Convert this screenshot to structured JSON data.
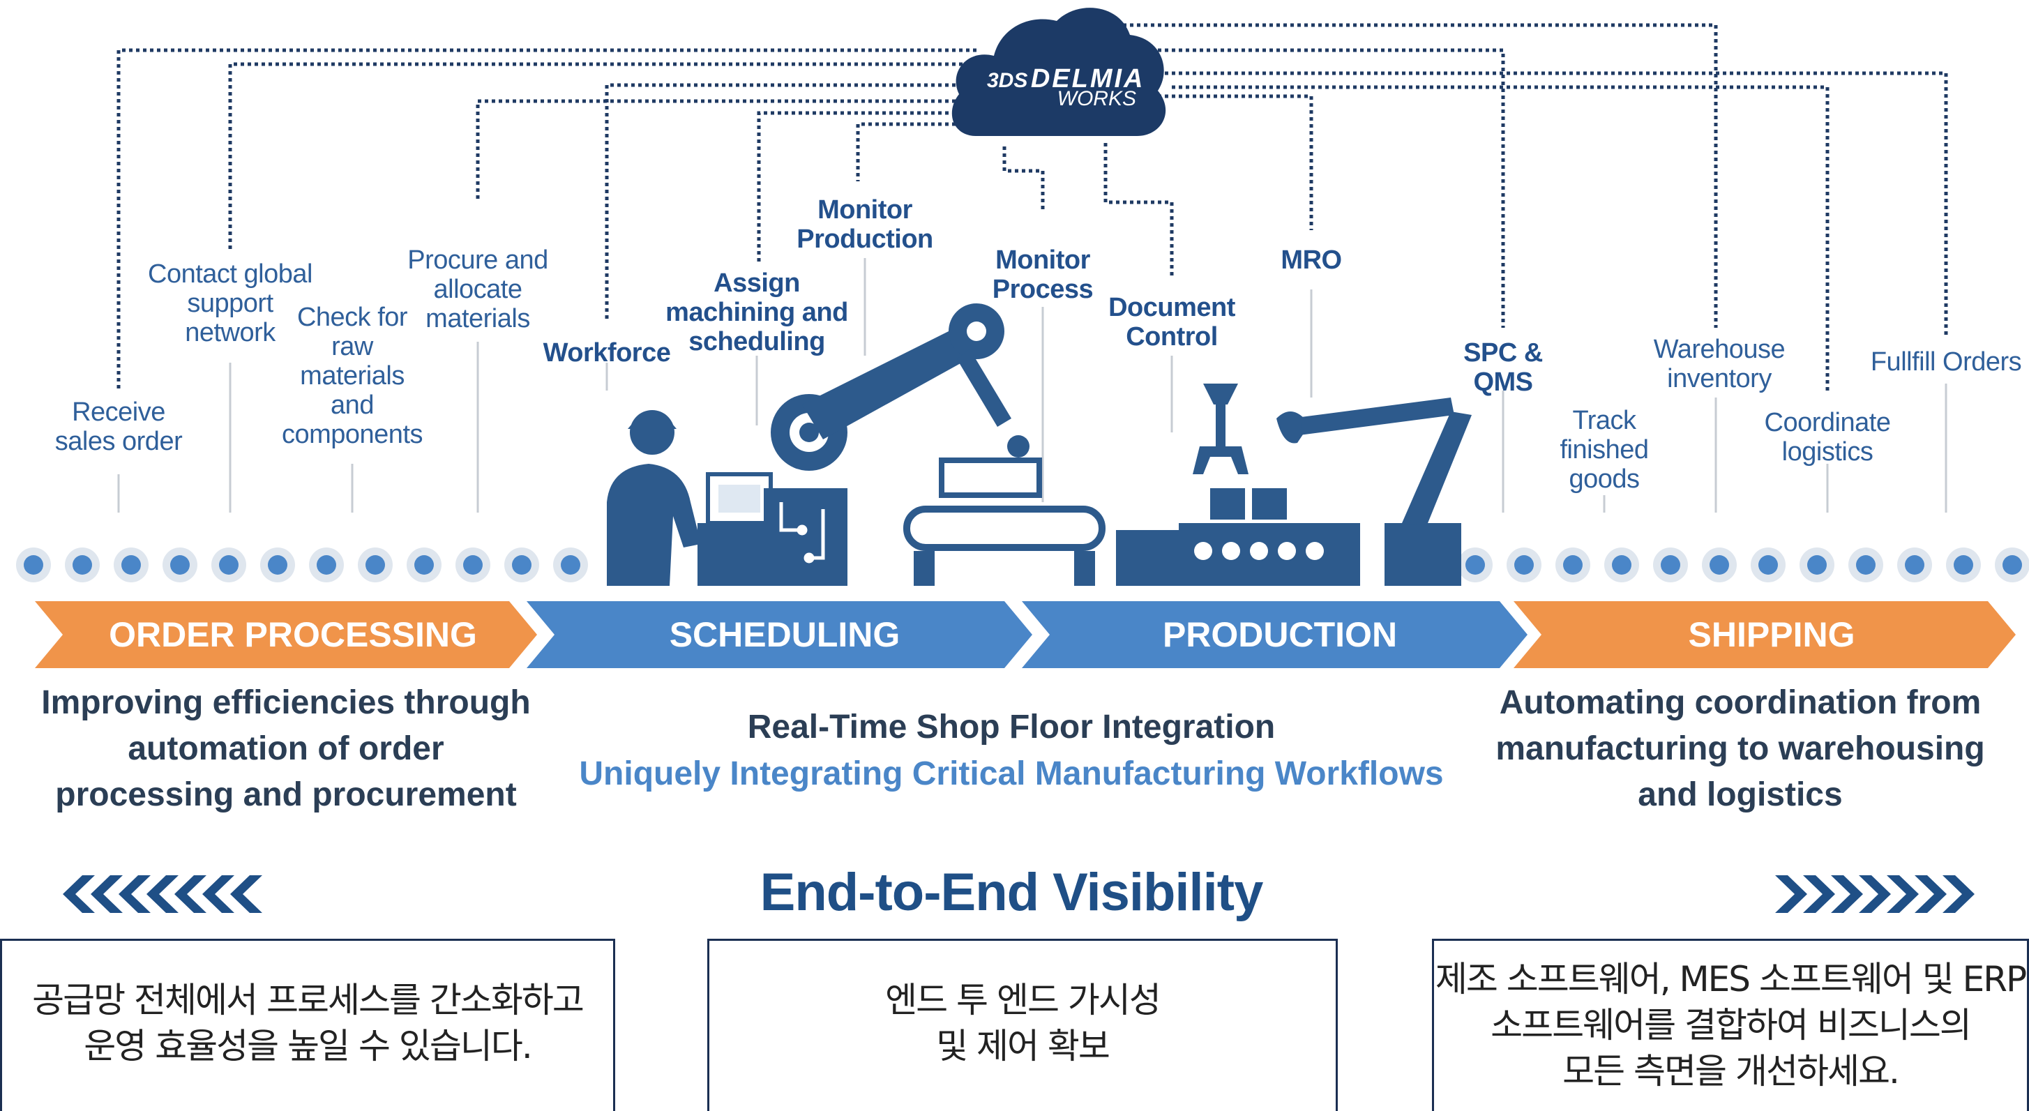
{
  "logo": {
    "brand": "DELMIA",
    "sub": "WORKS",
    "mark": "3DS"
  },
  "steps": [
    {
      "id": "receive",
      "text": "Receive\nsales order"
    },
    {
      "id": "contact",
      "text": "Contact global\nsupport\nnetwork"
    },
    {
      "id": "check",
      "text": "Check for\nraw\nmaterials\nand\ncomponents"
    },
    {
      "id": "procure",
      "text": "Procure and\nallocate\nmaterials"
    },
    {
      "id": "workforce",
      "text": "Workforce"
    },
    {
      "id": "assign",
      "text": "Assign\nmachining and\nscheduling"
    },
    {
      "id": "monitor_production",
      "text": "Monitor\nProduction"
    },
    {
      "id": "monitor_process",
      "text": "Monitor\nProcess"
    },
    {
      "id": "document",
      "text": "Document\nControl"
    },
    {
      "id": "mro",
      "text": "MRO"
    },
    {
      "id": "spc",
      "text": "SPC &\nQMS"
    },
    {
      "id": "track",
      "text": "Track\nfinished\ngoods"
    },
    {
      "id": "warehouse",
      "text": "Warehouse\ninventory"
    },
    {
      "id": "coordinate",
      "text": "Coordinate\nlogistics"
    },
    {
      "id": "fulfill",
      "text": "Fullfill Orders"
    }
  ],
  "stages": [
    {
      "label": "ORDER PROCESSING",
      "color": "#f0944a"
    },
    {
      "label": "SCHEDULING",
      "color": "#4a86c8"
    },
    {
      "label": "PRODUCTION",
      "color": "#4a86c8"
    },
    {
      "label": "SHIPPING",
      "color": "#f0944a"
    }
  ],
  "descriptions": {
    "order": "Improving efficiencies through\nautomation of order\nprocessing and procurement",
    "center_title": "Real-Time Shop Floor Integration",
    "center_sub": "Uniquely Integrating Critical Manufacturing Workflows",
    "shipping": "Automating coordination from\nmanufacturing to warehousing\nand logistics"
  },
  "visibility": {
    "title": "End-to-End Visibility"
  },
  "boxes": [
    {
      "text": "공급망 전체에서 프로세스를 간소화하고\n운영 효율성을 높일 수 있습니다."
    },
    {
      "text": "엔드 투 엔드 가시성\n및 제어 확보"
    },
    {
      "text": "제조 소프트웨어, MES 소프트웨어 및 ERP\n소프트웨어를 결합하여 비즈니스의\n모든 측면을 개선하세요."
    }
  ],
  "colors": {
    "navy": "#1b355e",
    "blue": "#4a86c8",
    "orange": "#f0944a",
    "text_blue": "#2f5f9a"
  },
  "icons": [
    "cloud-icon",
    "worker-icon",
    "robot-arm-icon",
    "conveyor-icon",
    "chevrons-left-icon",
    "chevrons-right-icon"
  ]
}
